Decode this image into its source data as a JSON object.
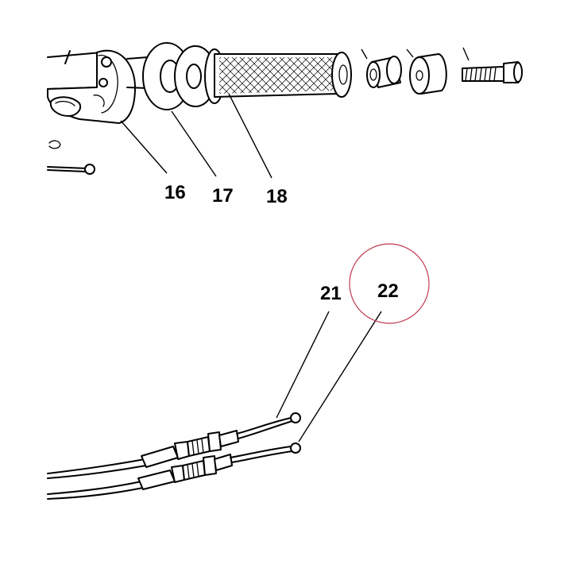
{
  "callouts": {
    "c16": "16",
    "c17": "17",
    "c18": "18",
    "c21": "21",
    "c22": "22"
  },
  "colors": {
    "line": "#000000",
    "highlight_circle": "#c03a4e",
    "background": "#ffffff"
  },
  "highlighted_part": "22"
}
